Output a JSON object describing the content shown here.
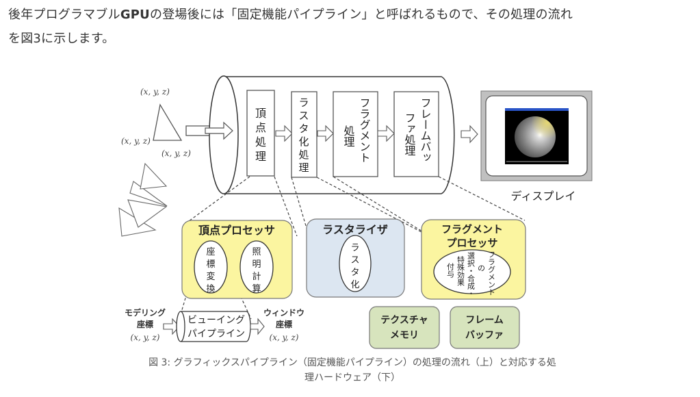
{
  "paragraph": {
    "part1": "後年プログラマブル",
    "bold": "GPU",
    "part2": "の登場後には「固定機能パイプライン」と呼ばれるもので、その処理の流れ",
    "line2": "を図3に示します。"
  },
  "diagram": {
    "coord_label": "(x, y, z)",
    "pipeline_stages": [
      {
        "lines": [
          "頂",
          "点",
          "処",
          "理"
        ]
      },
      {
        "lines": [
          "ラ",
          "ス",
          "タ",
          "化",
          "処",
          "理"
        ]
      },
      {
        "lines": [
          "フラグメント",
          "処理"
        ]
      },
      {
        "lines": [
          "フレームバッ",
          "ファ処理"
        ]
      }
    ],
    "display_label": "ディスプレイ",
    "vertex_processor": {
      "title": "頂点プロセッサ",
      "unit1": [
        "座",
        "標",
        "変",
        "換"
      ],
      "unit2": [
        "照",
        "明",
        "計",
        "算"
      ]
    },
    "rasterizer": {
      "title": "ラスタライザ",
      "unit": [
        "ラ",
        "ス",
        "タ",
        "化"
      ]
    },
    "fragment_processor": {
      "title_line1": "フラグメント",
      "title_line2": "プロセッサ",
      "col1": "フラグメント",
      "col2": "の",
      "col3": "選択・合成・",
      "col4": "特殊効果",
      "col5": "付与"
    },
    "texture_memory": {
      "line1": "テクスチャ",
      "line2": "メモリ"
    },
    "frame_buffer": {
      "line1": "フレーム",
      "line2": "バッファ"
    },
    "modeling_coords": {
      "line1": "モデリング",
      "line2": "座標"
    },
    "viewing_pipeline": {
      "line1": "ビューイング",
      "line2": "パイプライン"
    },
    "window_coords": {
      "line1": "ウィンドウ",
      "line2": "座標"
    }
  },
  "caption": {
    "line1": "図 3: グラフィックスパイプライン（固定機能パイプライン）の処理の流れ（上）と対応する処",
    "line2": "理ハードウェア（下）"
  },
  "colors": {
    "yellow_box": "#fbf5a0",
    "blue_box": "#dce6f1",
    "green_box": "#d7e4bd",
    "display_frame": "#c0c0c0"
  }
}
